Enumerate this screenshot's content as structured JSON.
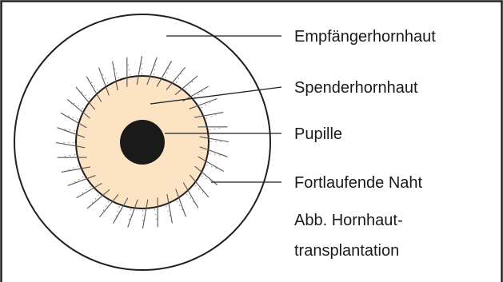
{
  "labels": {
    "recipient_cornea": "Empfängerhornhaut",
    "donor_cornea": "Spenderhornhaut",
    "pupil": "Pupille",
    "continuous_suture": "Fortlaufende Naht"
  },
  "caption": {
    "line1": "Abb. Hornhaut-",
    "line2": "transplantation"
  },
  "colors": {
    "frame": "#231f20",
    "outline": "#231f20",
    "donor_fill": "#fbe3c3",
    "pupil": "#1a1a1a",
    "suture": "#555555",
    "leader": "#231f20"
  },
  "suture_count": 36
}
